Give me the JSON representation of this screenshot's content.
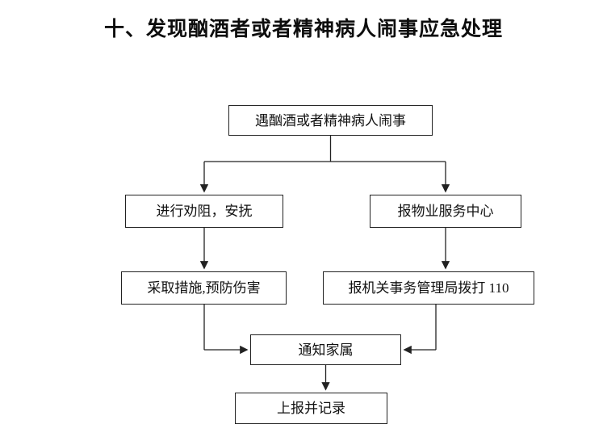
{
  "title": "十、发现酗酒者或者精神病人闹事应急处理",
  "flowchart": {
    "nodes": {
      "start": "遇酗酒或者精神病人闹事",
      "dissuade": "进行劝阻，安抚",
      "report_property": "报物业服务中心",
      "take_measures": "采取措施,预防伤害",
      "report_bureau": "报机关事务管理局拨打 110",
      "notify_family": "通知家属",
      "report_record": "上报并记录"
    }
  },
  "colors": {
    "text": "#111111",
    "box_border": "#222222",
    "background": "#ffffff"
  }
}
